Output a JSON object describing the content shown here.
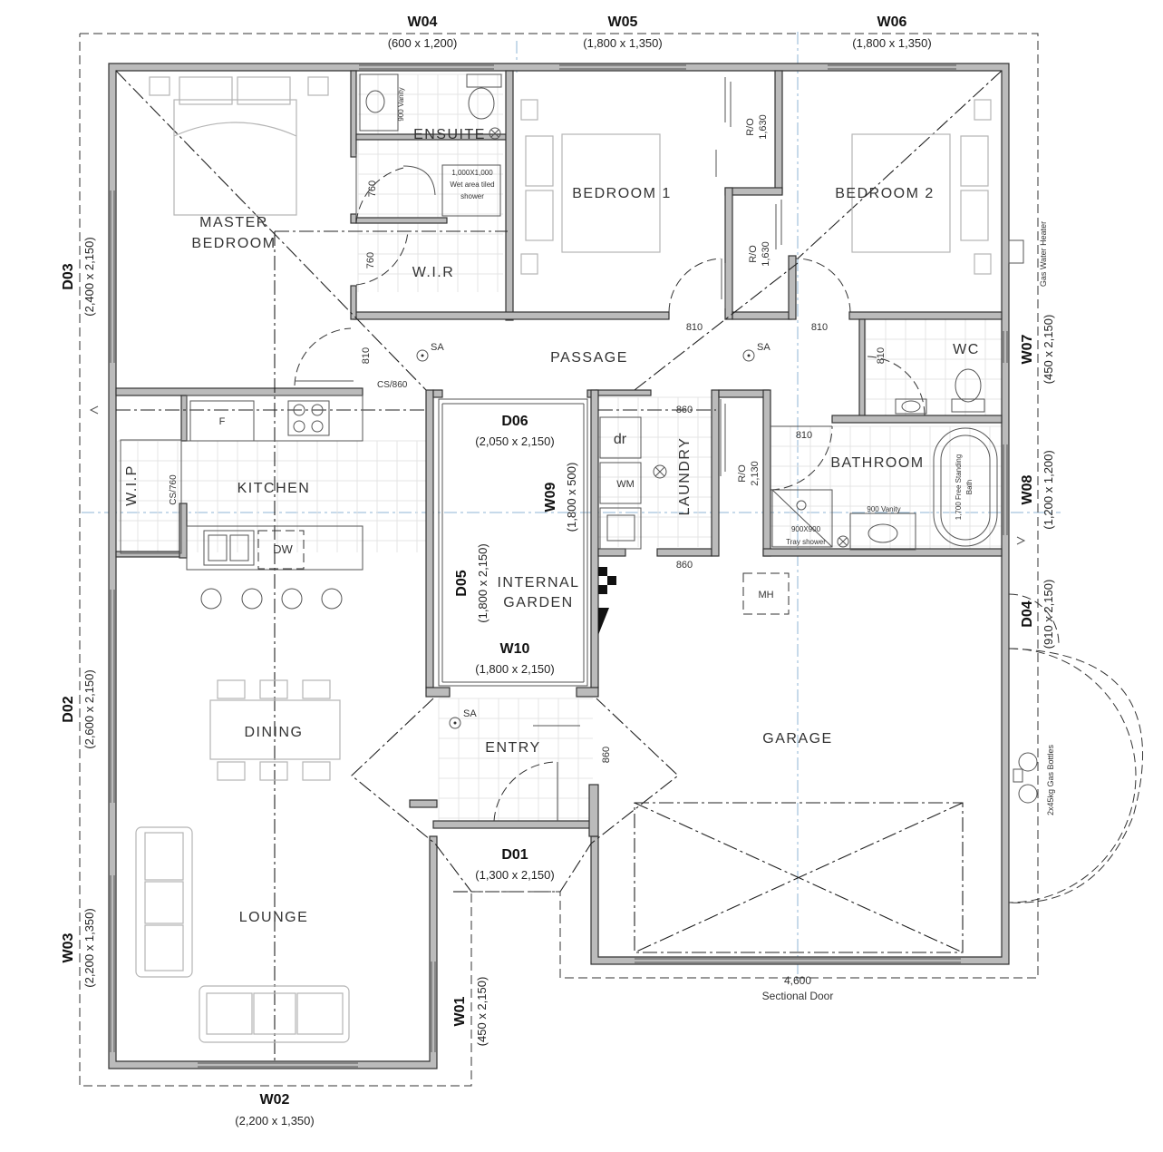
{
  "rooms": {
    "master": [
      "MASTER",
      "BEDROOM"
    ],
    "ensuite": "ENSUITE",
    "bedroom1": "BEDROOM 1",
    "bedroom2": "BEDROOM 2",
    "wir": "W.I.R",
    "passage": "PASSAGE",
    "wc": "WC",
    "kitchen": "KITCHEN",
    "wip": "W.I.P",
    "laundry": "LAUNDRY",
    "bathroom": "BATHROOM",
    "internal_garden": [
      "INTERNAL",
      "GARDEN"
    ],
    "dining": "DINING",
    "entry": "ENTRY",
    "garage": "GARAGE",
    "lounge": "LOUNGE"
  },
  "openings": {
    "W04": {
      "code": "W04",
      "size": "(600 x 1,200)"
    },
    "W05": {
      "code": "W05",
      "size": "(1,800 x 1,350)"
    },
    "W06": {
      "code": "W06",
      "size": "(1,800 x 1,350)"
    },
    "D03": {
      "code": "D03",
      "size": "(2,400 x 2,150)"
    },
    "D02": {
      "code": "D02",
      "size": "(2,600 x 2,150)"
    },
    "W03": {
      "code": "W03",
      "size": "(2,200 x 1,350)"
    },
    "W02": {
      "code": "W02",
      "size": "(2,200 x 1,350)"
    },
    "W01": {
      "code": "W01",
      "size": "(450 x 2,150)"
    },
    "W07": {
      "code": "W07",
      "size": "(450 x 2,150)"
    },
    "W08": {
      "code": "W08",
      "size": "(1,200 x 1,200)"
    },
    "D04": {
      "code": "D04",
      "size": "(910 x 2,150)"
    },
    "D06": {
      "code": "D06",
      "size": "(2,050 x 2,150)"
    },
    "W09": {
      "code": "W09",
      "size": "(1,800 x 500)"
    },
    "D05": {
      "code": "D05",
      "size": "(1,800 x 2,150)"
    },
    "W10": {
      "code": "W10",
      "size": "(1,800 x 2,150)"
    },
    "D01": {
      "code": "D01",
      "size": "(1,300 x 2,150)"
    }
  },
  "labels": {
    "door_760_a": "760",
    "door_760_b": "760",
    "door_810_master": "810",
    "door_810_b1": "810",
    "door_810_b2": "810",
    "door_810_wc": "810",
    "door_810_bath": "810",
    "door_860_laundry_top": "860",
    "door_860_laundry_bottom": "860",
    "door_860_entry": "860",
    "ro_b1": [
      "R/O",
      "1,630"
    ],
    "ro_b2": [
      "R/O",
      "1,630"
    ],
    "ro_laundry": [
      "R/O",
      "2,130"
    ],
    "sa": "SA",
    "cs860": "CS/860",
    "cs760": "CS/760",
    "fridge": "F",
    "dw": "DW",
    "dr": "dr",
    "wm": "WM",
    "mh": "MH",
    "vanity_900_ens": "900 Vanity",
    "vanity_900_bath": "900 Vanity",
    "shower_ens": [
      "1,000X1,000",
      "Wet area tiled",
      "shower"
    ],
    "shower_bath": [
      "900X900",
      "Tray shower"
    ],
    "bath": [
      "1,700 Free Standing",
      "Bath"
    ],
    "gas_water_heater": "Gas Water Heater",
    "gas_bottles": "2x45kg Gas Bottles",
    "garage_door_width": "4,600",
    "garage_door_type": "Sectional Door"
  }
}
